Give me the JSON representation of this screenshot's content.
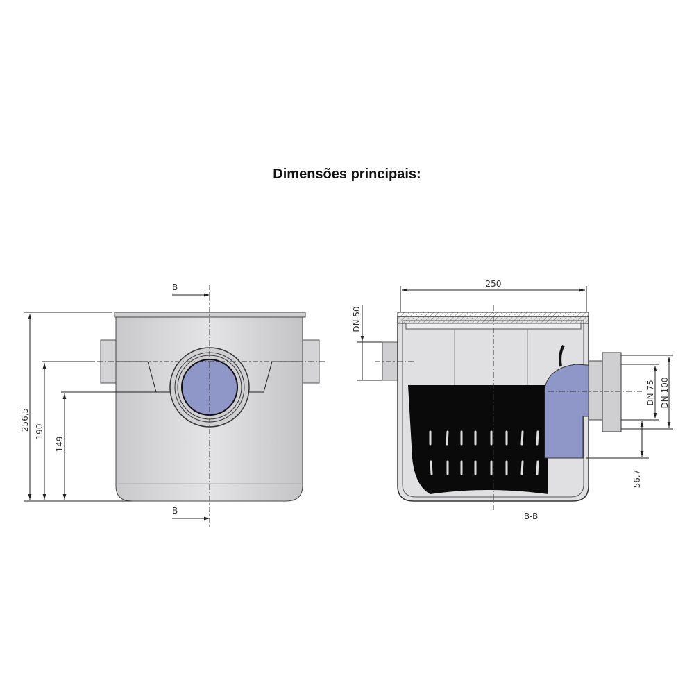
{
  "title": "Dimensões principais:",
  "front_view": {
    "section_label_top": "B",
    "section_label_bottom": "B",
    "dimensions": {
      "total_height": "256,5",
      "inlet_height": "190",
      "outlet_height": "149"
    }
  },
  "section_view": {
    "section_name": "B-B",
    "dimensions": {
      "width": "250",
      "inlet_dn": "DN 50",
      "outlet_dn_inner": "DN 75",
      "outlet_dn_outer": "DN 100",
      "outlet_offset": "56.7"
    }
  },
  "colors": {
    "body": "#d6d6d8",
    "pipe": "#8f96c8",
    "basket": "#0a0a0a"
  }
}
